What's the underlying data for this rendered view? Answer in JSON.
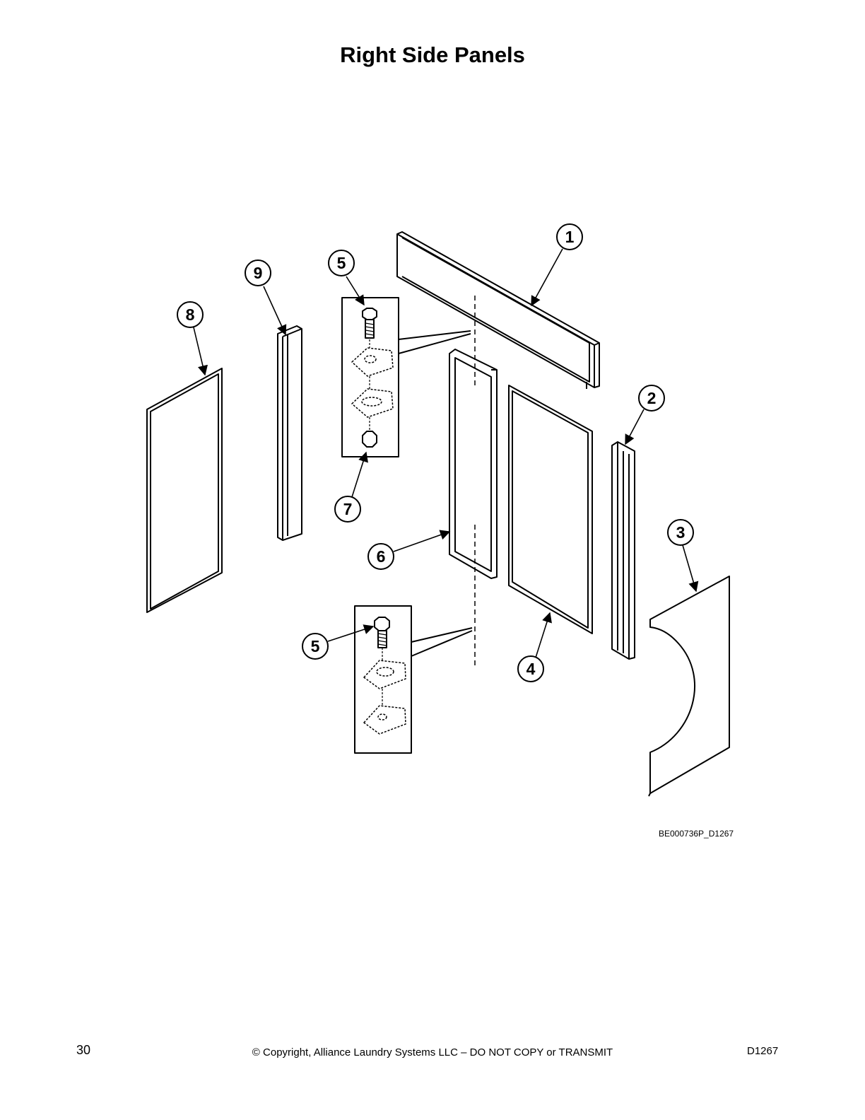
{
  "page": {
    "title": "Right Side Panels",
    "figure_id": "BE000736P_D1267",
    "page_number": "30",
    "copyright": "© Copyright, Alliance Laundry Systems LLC – DO NOT COPY or TRANSMIT",
    "doc_code": "D1267"
  },
  "callouts": [
    {
      "id": "1",
      "label": "1"
    },
    {
      "id": "2",
      "label": "2"
    },
    {
      "id": "3",
      "label": "3"
    },
    {
      "id": "4",
      "label": "4"
    },
    {
      "id": "5a",
      "label": "5"
    },
    {
      "id": "5b",
      "label": "5"
    },
    {
      "id": "6",
      "label": "6"
    },
    {
      "id": "7",
      "label": "7"
    },
    {
      "id": "8",
      "label": "8"
    },
    {
      "id": "9",
      "label": "9"
    }
  ]
}
